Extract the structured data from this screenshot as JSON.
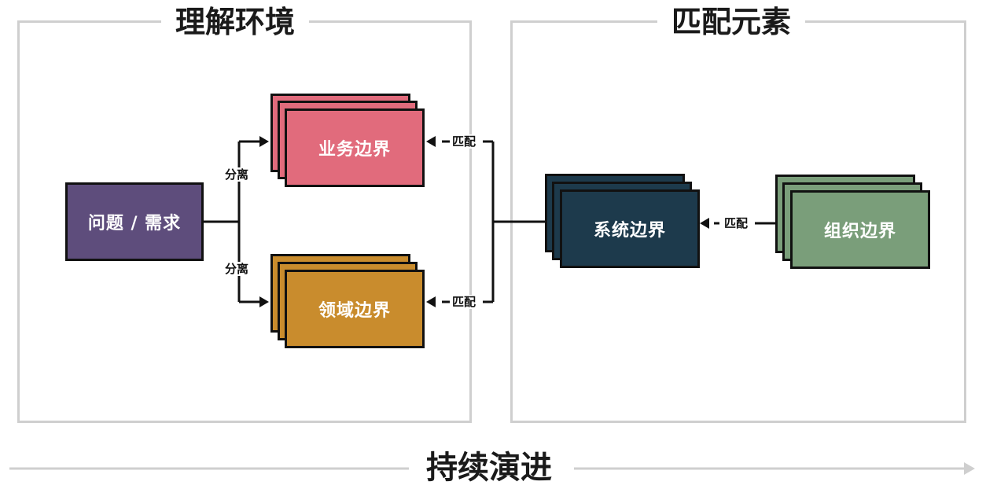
{
  "sections": {
    "understand": {
      "title": "理解环境"
    },
    "match": {
      "title": "匹配元素"
    }
  },
  "nodes": {
    "problem": {
      "label": "问题 / 需求",
      "color": "#5e4d7c"
    },
    "business": {
      "label": "业务边界",
      "color": "#e16b7c"
    },
    "domain": {
      "label": "领域边界",
      "color": "#c98c2d"
    },
    "system": {
      "label": "系统边界",
      "color": "#1d3a4c"
    },
    "organization": {
      "label": "组织边界",
      "color": "#7a9e7a"
    }
  },
  "edges": {
    "separate_top": "分离",
    "separate_bottom": "分离",
    "match_business": "匹配",
    "match_domain": "匹配",
    "match_system": "匹配"
  },
  "footer": {
    "title": "持续演进"
  }
}
